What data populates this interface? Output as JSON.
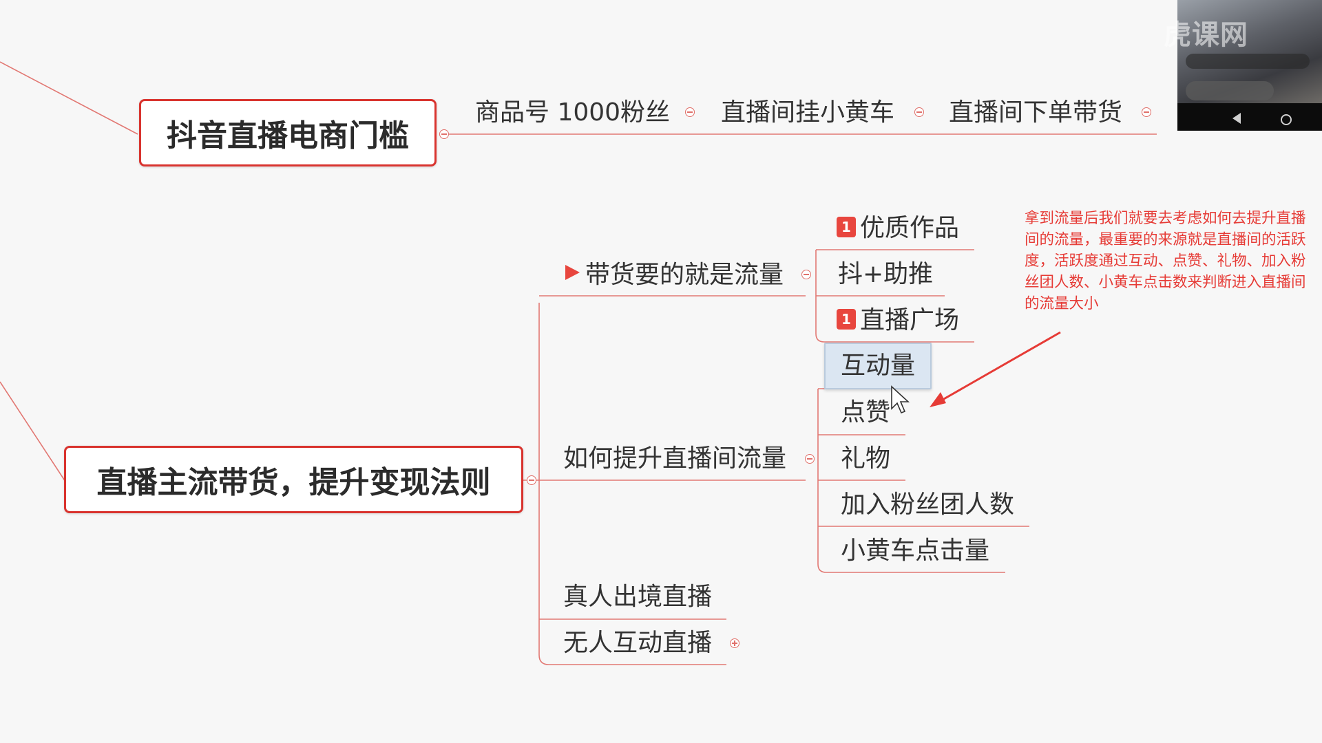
{
  "roots": {
    "threshold": "抖音直播电商门槛",
    "rule": "直播主流带货，提升变现法则"
  },
  "threshold_chain": [
    {
      "label": "商品号 1000粉丝"
    },
    {
      "label": "直播间挂小黄车"
    },
    {
      "label": "直播间下单带货"
    }
  ],
  "branches": {
    "traffic": {
      "label": "带货要的就是流量",
      "marker": "flag"
    },
    "boost": {
      "label": "如何提升直播间流量"
    },
    "real_person": {
      "label": "真人出境直播"
    },
    "no_person": {
      "label": "无人互动直播"
    }
  },
  "traffic_children": [
    {
      "label": "优质作品",
      "priority": "1"
    },
    {
      "label": "抖+助推"
    },
    {
      "label": "直播广场",
      "priority": "1"
    }
  ],
  "boost_children": [
    {
      "label": "互动量",
      "selected": true
    },
    {
      "label": "点赞"
    },
    {
      "label": "礼物"
    },
    {
      "label": "加入粉丝团人数"
    },
    {
      "label": "小黄车点击量"
    }
  ],
  "annotation": "拿到流量后我们就要去考虑如何去提升直播间的流量，最重要的来源就是直播间的活跃度，活跃度通过互动、点赞、礼物、加入粉丝团人数、小黄车点击数来判断进入直播间的流量大小",
  "watermark": "虎课网",
  "colors": {
    "accent_red": "#d9332e",
    "line_red": "#e0706a",
    "note_red": "#e63b36",
    "selection_blue": "#dbe6f2",
    "priority_red": "#e8463e"
  }
}
